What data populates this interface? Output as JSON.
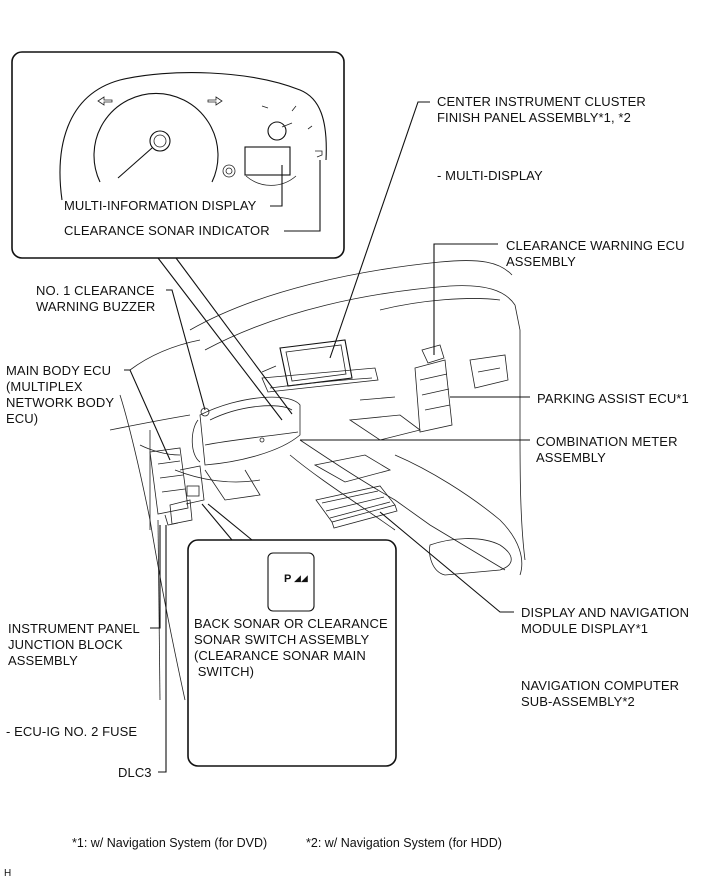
{
  "labels": {
    "multi_info_display": "MULTI-INFORMATION DISPLAY",
    "clearance_sonar_indicator": "CLEARANCE SONAR INDICATOR",
    "center_cluster_1": "CENTER INSTRUMENT CLUSTER",
    "center_cluster_2": "FINISH PANEL ASSEMBLY*1, *2",
    "multi_display": "- MULTI-DISPLAY",
    "clearance_ecu_1": "CLEARANCE WARNING ECU",
    "clearance_ecu_2": "ASSEMBLY",
    "buzzer_1": "NO. 1 CLEARANCE",
    "buzzer_2": "WARNING BUZZER",
    "main_body_1": "MAIN BODY ECU",
    "main_body_2": "(MULTIPLEX",
    "main_body_3": "NETWORK BODY",
    "main_body_4": "ECU)",
    "parking_assist": "PARKING ASSIST ECU*1",
    "combination_meter_1": "COMBINATION METER",
    "combination_meter_2": "ASSEMBLY",
    "sonar_switch_1": "BACK SONAR OR CLEARANCE",
    "sonar_switch_2": "SONAR SWITCH ASSEMBLY",
    "sonar_switch_3": "(CLEARANCE SONAR MAIN",
    "sonar_switch_4": " SWITCH)",
    "display_nav_1": "DISPLAY AND NAVIGATION",
    "display_nav_2": "MODULE DISPLAY*1",
    "nav_computer_1": "NAVIGATION COMPUTER",
    "nav_computer_2": "SUB-ASSEMBLY*2",
    "junction_1": "INSTRUMENT PANEL",
    "junction_2": "JUNCTION BLOCK",
    "junction_3": "ASSEMBLY",
    "ecu_ig_fuse": "- ECU-IG NO. 2 FUSE",
    "dlc3": "DLC3",
    "switch_glyph": "P"
  },
  "footnotes": {
    "note1": "*1: w/ Navigation System (for DVD)",
    "note2": "*2: w/ Navigation System (for HDD)"
  },
  "corner_mark": "H"
}
